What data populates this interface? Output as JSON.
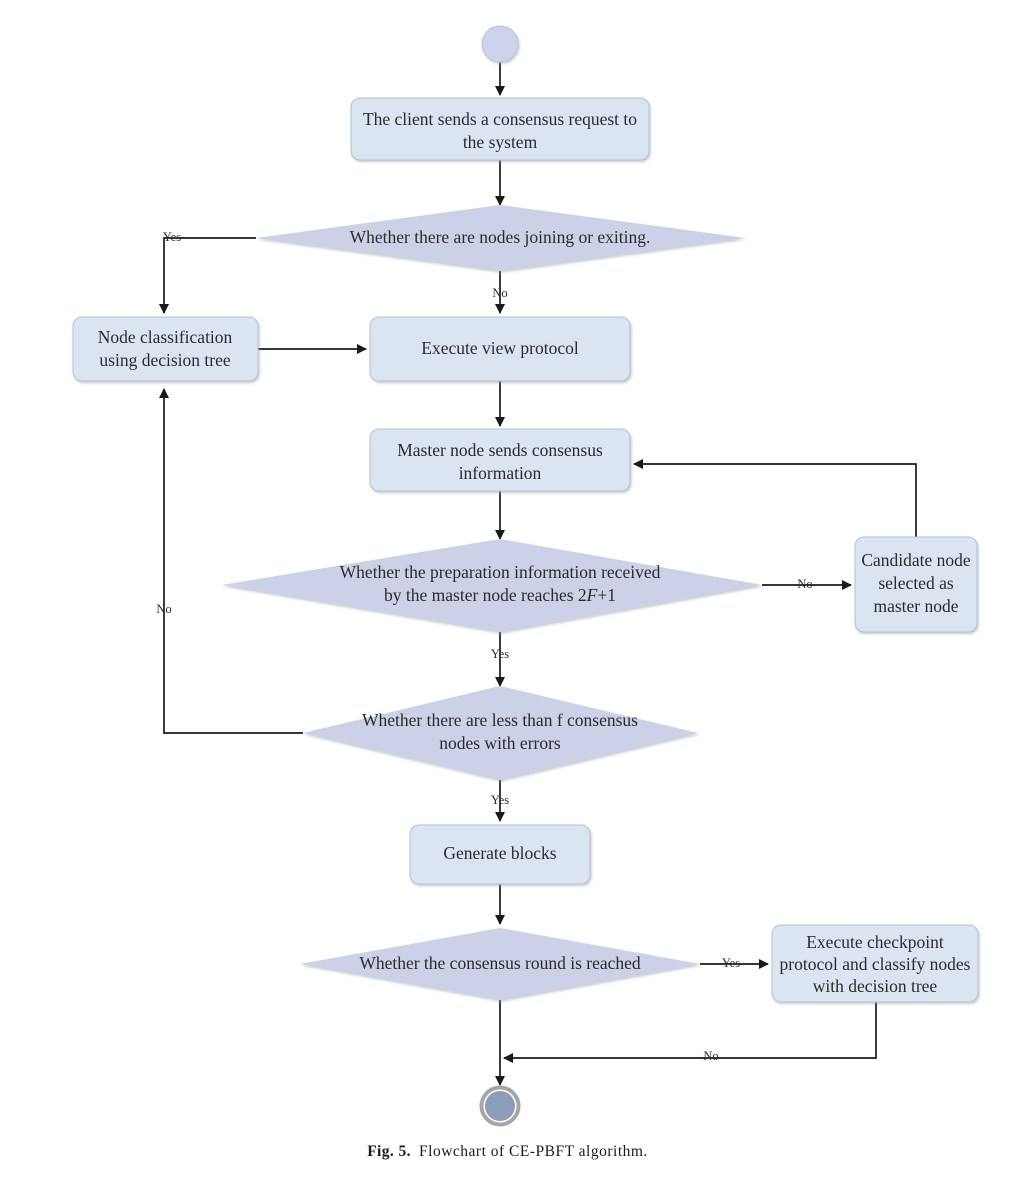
{
  "figure": {
    "label": "Fig. 5.",
    "caption": "Flowchart of CE-PBFT algorithm.",
    "type": "flowchart",
    "title": "Flowchart of CE-PBFT algorithm"
  },
  "colors": {
    "process_fill": "#dbe5f1",
    "process_stroke": "#a9b8cc",
    "decision_fill": "#ccd1e8",
    "start_fill": "#ccd3ea",
    "start_stroke": "#b6bede",
    "end_fill": "#8e9cbb",
    "end_ring": "#a6a6a6",
    "connector": "#1a1a1a",
    "text": "#2b2b2b",
    "background": "#ffffff"
  },
  "nodes": {
    "start": {
      "kind": "start",
      "label": ""
    },
    "client_request": {
      "kind": "process",
      "lines": [
        "The client sends a consensus request to",
        "the system"
      ]
    },
    "decision_join_exit": {
      "kind": "decision",
      "lines": [
        "Whether there are nodes joining or exiting."
      ]
    },
    "node_classification": {
      "kind": "process",
      "lines": [
        "Node classification",
        "using decision tree"
      ]
    },
    "execute_view_protocol": {
      "kind": "process",
      "lines": [
        "Execute view protocol"
      ]
    },
    "master_sends_consensus": {
      "kind": "process",
      "lines": [
        "Master node sends consensus",
        "information"
      ]
    },
    "decision_prepare_2f1": {
      "kind": "decision",
      "lines": [
        "Whether the preparation information received",
        "by the master node reaches 2F+1"
      ],
      "line2_prefix": "by the master node reaches 2",
      "line2_italic": "F",
      "line2_suffix": "+1"
    },
    "candidate_master": {
      "kind": "process",
      "lines": [
        "Candidate node",
        "selected as",
        "master node"
      ]
    },
    "decision_errors_f": {
      "kind": "decision",
      "lines": [
        "Whether there are less than f consensus",
        "nodes with errors"
      ]
    },
    "generate_blocks": {
      "kind": "process",
      "lines": [
        "Generate blocks"
      ]
    },
    "decision_round_reached": {
      "kind": "decision",
      "lines": [
        "Whether the consensus round is reached"
      ]
    },
    "execute_checkpoint": {
      "kind": "process",
      "lines": [
        "Execute checkpoint",
        "protocol and classify nodes",
        "with decision tree"
      ]
    },
    "end": {
      "kind": "end",
      "label": ""
    }
  },
  "edge_labels": {
    "join_exit_yes": "Yes",
    "join_exit_no": "No",
    "prepare_no": "No",
    "prepare_yes": "Yes",
    "errors_no": "No",
    "errors_yes": "Yes",
    "round_yes": "Yes",
    "round_no": "No"
  },
  "chart_data": {
    "type": "diagram",
    "title": "Flowchart of CE-PBFT algorithm",
    "nodes": [
      {
        "id": "start",
        "type": "start",
        "text": ""
      },
      {
        "id": "client_request",
        "type": "process",
        "text": "The client sends a consensus request to the system"
      },
      {
        "id": "decision_join_exit",
        "type": "decision",
        "text": "Whether there are nodes joining or exiting."
      },
      {
        "id": "node_classification",
        "type": "process",
        "text": "Node classification using decision tree"
      },
      {
        "id": "execute_view_protocol",
        "type": "process",
        "text": "Execute view protocol"
      },
      {
        "id": "master_sends_consensus",
        "type": "process",
        "text": "Master node sends consensus information"
      },
      {
        "id": "decision_prepare_2f1",
        "type": "decision",
        "text": "Whether the preparation information received by the master node reaches 2F+1"
      },
      {
        "id": "candidate_master",
        "type": "process",
        "text": "Candidate node selected as master node"
      },
      {
        "id": "decision_errors_f",
        "type": "decision",
        "text": "Whether there are less than f consensus nodes with errors"
      },
      {
        "id": "generate_blocks",
        "type": "process",
        "text": "Generate blocks"
      },
      {
        "id": "decision_round_reached",
        "type": "decision",
        "text": "Whether the consensus round is reached"
      },
      {
        "id": "execute_checkpoint",
        "type": "process",
        "text": "Execute checkpoint protocol and classify nodes with decision tree"
      },
      {
        "id": "end",
        "type": "end",
        "text": ""
      }
    ],
    "edges": [
      {
        "from": "start",
        "to": "client_request",
        "label": ""
      },
      {
        "from": "client_request",
        "to": "decision_join_exit",
        "label": ""
      },
      {
        "from": "decision_join_exit",
        "to": "node_classification",
        "label": "Yes"
      },
      {
        "from": "decision_join_exit",
        "to": "execute_view_protocol",
        "label": "No"
      },
      {
        "from": "node_classification",
        "to": "execute_view_protocol",
        "label": ""
      },
      {
        "from": "execute_view_protocol",
        "to": "master_sends_consensus",
        "label": ""
      },
      {
        "from": "master_sends_consensus",
        "to": "decision_prepare_2f1",
        "label": ""
      },
      {
        "from": "decision_prepare_2f1",
        "to": "candidate_master",
        "label": "No"
      },
      {
        "from": "candidate_master",
        "to": "master_sends_consensus",
        "label": ""
      },
      {
        "from": "decision_prepare_2f1",
        "to": "decision_errors_f",
        "label": "Yes"
      },
      {
        "from": "decision_errors_f",
        "to": "node_classification",
        "label": "No"
      },
      {
        "from": "decision_errors_f",
        "to": "generate_blocks",
        "label": "Yes"
      },
      {
        "from": "generate_blocks",
        "to": "decision_round_reached",
        "label": ""
      },
      {
        "from": "decision_round_reached",
        "to": "execute_checkpoint",
        "label": "Yes"
      },
      {
        "from": "execute_checkpoint",
        "to": "end",
        "label": "No"
      },
      {
        "from": "decision_round_reached",
        "to": "end",
        "label": ""
      }
    ]
  }
}
